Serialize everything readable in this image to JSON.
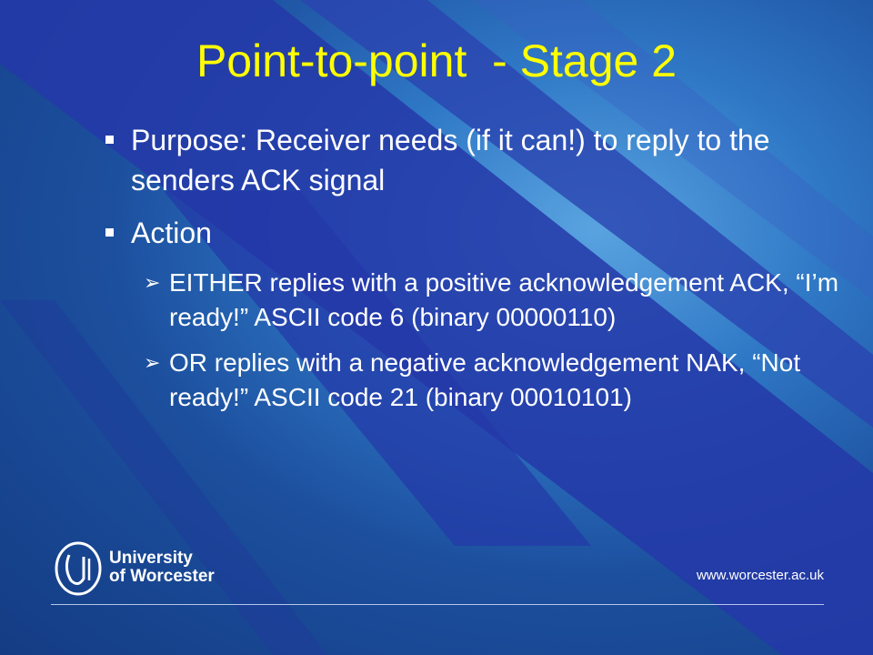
{
  "slide": {
    "title": "Point-to-point  - Stage 2",
    "bullets": [
      {
        "text": "Purpose: Receiver needs (if it can!) to reply to the senders ACK signal",
        "children": []
      },
      {
        "text": "Action",
        "children": [
          "EITHER replies with a positive acknowledgement ACK, “I’m ready!” ASCII code 6 (binary 00000110)",
          "OR replies with a negative acknowledgement NAK, “Not ready!” ASCII code 21 (binary 00010101)"
        ]
      }
    ]
  },
  "footer": {
    "university_name_line1": "University",
    "university_name_line2": "of Worcester",
    "url": "www.worcester.ac.uk"
  },
  "colors": {
    "title": "#ffff00",
    "text": "#ffffff",
    "background": "#1c4f9e",
    "stripe_dark": "#2438a8"
  }
}
